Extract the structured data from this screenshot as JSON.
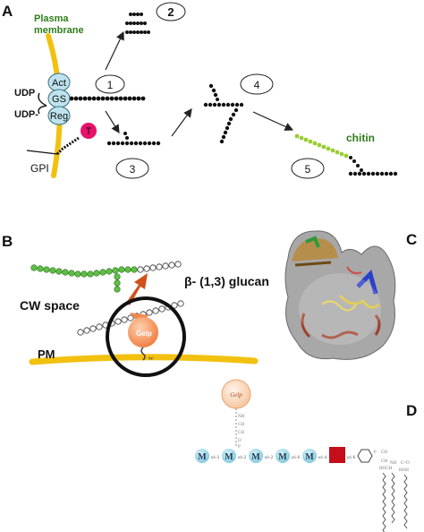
{
  "panels": {
    "A": "A",
    "B": "B",
    "C": "C",
    "D": "D"
  },
  "panel_a": {
    "membrane_label_1": "Plasma",
    "membrane_label_2": "membrane",
    "complex": [
      "Act",
      "GS",
      "Reg"
    ],
    "udp_1": "UDP",
    "udp_2": "UDP-",
    "transferase": "T",
    "gpi": "GPI",
    "steps": [
      "1",
      "2",
      "3",
      "4",
      "5"
    ],
    "chitin": "chitin"
  },
  "panel_b": {
    "glucan_label": "β- (1,3) glucan",
    "cw_space": "CW space",
    "pm": "PM",
    "enzyme": "Gelp",
    "anchor": "fpp"
  },
  "panel_d": {
    "enzyme": "Gelp",
    "mannose": "M",
    "linkages": [
      "α1-3",
      "α1-2",
      "α1-2",
      "α1-6",
      "α1-4",
      "α1-6"
    ]
  },
  "colors": {
    "membrane": "#f2c10f",
    "complex_fill": "#bfe3ee",
    "transferase": "#e8116b",
    "chitin": "#9acd32",
    "green_label": "#2e7d1a",
    "glucan_green": "#5fbf45",
    "arrow_red": "#d2501a",
    "gelp": "#f28a4e",
    "mannose": "#8fd3e3",
    "red_box": "#c40f1a"
  }
}
